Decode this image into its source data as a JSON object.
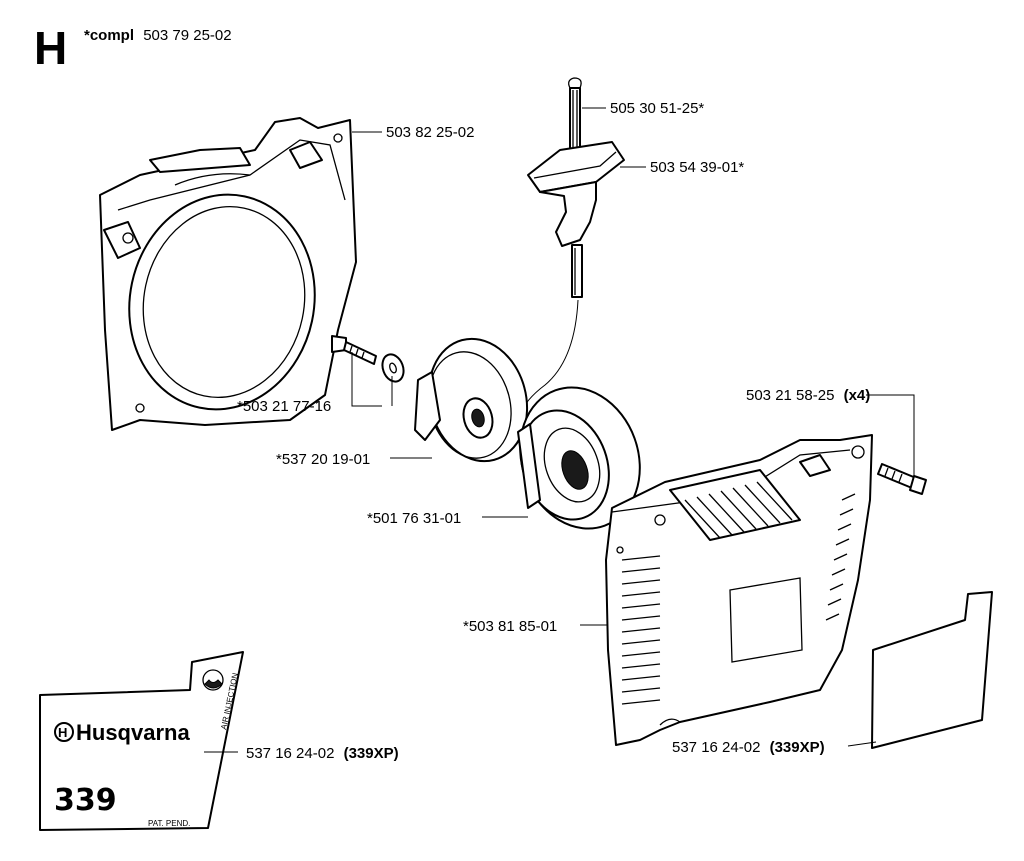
{
  "header": {
    "section_letter": "H",
    "assembly_prefix": "*compl",
    "assembly_number": "503 79 25-02"
  },
  "callouts": [
    {
      "id": "cover",
      "text": "503 82 25-02"
    },
    {
      "id": "starter-rope",
      "text": "505 30 51-25*"
    },
    {
      "id": "starter-handle",
      "text": "503 54 39-01*"
    },
    {
      "id": "screw-washer",
      "text": "*503 21 77-16"
    },
    {
      "id": "pulley",
      "text": "*537 20 19-01"
    },
    {
      "id": "recoil-spring",
      "text": "*501 76 31-01"
    },
    {
      "id": "screw-x4",
      "text": "503 21 58-25",
      "qualifier": "(x4)"
    },
    {
      "id": "starter-housing",
      "text": "*503 81 85-01"
    },
    {
      "id": "decal-right",
      "text": "537 16 24-02",
      "qualifier": "(339XP)"
    },
    {
      "id": "decal-left",
      "text": "537 16 24-02",
      "qualifier": "(339XP)"
    }
  ],
  "decal": {
    "brand": "Husqvarna",
    "model": "339",
    "note": "PAT. PEND.",
    "small_text": "AIR INJECTION"
  }
}
